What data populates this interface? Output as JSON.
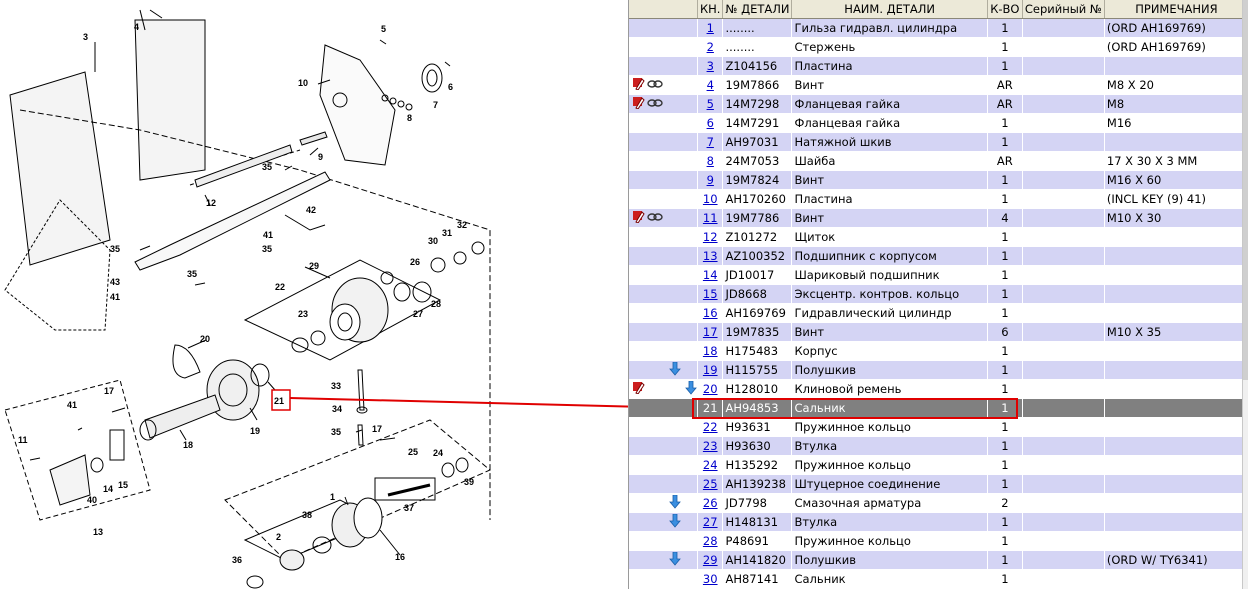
{
  "diagram": {
    "callouts": [
      "1",
      "2",
      "3",
      "4",
      "5",
      "6",
      "7",
      "8",
      "9",
      "10",
      "11",
      "12",
      "13",
      "14",
      "15",
      "16",
      "17",
      "17",
      "18",
      "19",
      "20",
      "21",
      "22",
      "23",
      "24",
      "25",
      "26",
      "27",
      "28",
      "29",
      "30",
      "31",
      "32",
      "33",
      "34",
      "35",
      "35",
      "35",
      "35",
      "36",
      "37",
      "38",
      "39",
      "40",
      "41",
      "41",
      "41",
      "42",
      "43"
    ],
    "highlighted_callout": "21"
  },
  "table": {
    "columns": [
      "КН.",
      "№ ДЕТАЛИ",
      "НАИМ. ДЕТАЛИ",
      "К-ВО",
      "Серийный №",
      "ПРИМЕЧАНИЯ"
    ],
    "rows": [
      {
        "ref": "1",
        "part": "........",
        "name": "Гильза гидравл. цилиндра",
        "qty": "1",
        "serial": "",
        "note": "(ORD AH169769)",
        "icons": []
      },
      {
        "ref": "2",
        "part": "........",
        "name": "Стержень",
        "qty": "1",
        "serial": "",
        "note": "(ORD AH169769)",
        "icons": []
      },
      {
        "ref": "3",
        "part": "Z104156",
        "name": "Пластина",
        "qty": "1",
        "serial": "",
        "note": "",
        "icons": []
      },
      {
        "ref": "4",
        "part": "19M7866",
        "name": "Винт",
        "qty": "AR",
        "serial": "",
        "note": "M8 X 20",
        "icons": [
          "flag-icon",
          "link-icon"
        ]
      },
      {
        "ref": "5",
        "part": "14M7298",
        "name": "Фланцевая гайка",
        "qty": "AR",
        "serial": "",
        "note": "M8",
        "icons": [
          "flag-icon",
          "link-icon"
        ]
      },
      {
        "ref": "6",
        "part": "14M7291",
        "name": "Фланцевая гайка",
        "qty": "1",
        "serial": "",
        "note": "M16",
        "icons": []
      },
      {
        "ref": "7",
        "part": "AH97031",
        "name": "Натяжной шкив",
        "qty": "1",
        "serial": "",
        "note": "",
        "icons": []
      },
      {
        "ref": "8",
        "part": "24M7053",
        "name": "Шайба",
        "qty": "AR",
        "serial": "",
        "note": "17 X 30 X 3 MM",
        "icons": []
      },
      {
        "ref": "9",
        "part": "19M7824",
        "name": "Винт",
        "qty": "1",
        "serial": "",
        "note": "M16 X 60",
        "icons": []
      },
      {
        "ref": "10",
        "part": "AH170260",
        "name": "Пластина",
        "qty": "1",
        "serial": "",
        "note": "(INCL KEY (9) 41)",
        "icons": []
      },
      {
        "ref": "11",
        "part": "19M7786",
        "name": "Винт",
        "qty": "4",
        "serial": "",
        "note": "M10 X 30",
        "icons": [
          "flag-icon",
          "link-icon"
        ]
      },
      {
        "ref": "12",
        "part": "Z101272",
        "name": "Щиток",
        "qty": "1",
        "serial": "",
        "note": "",
        "icons": []
      },
      {
        "ref": "13",
        "part": "AZ100352",
        "name": "Подшипник с корпусом",
        "qty": "1",
        "serial": "",
        "note": "",
        "icons": []
      },
      {
        "ref": "14",
        "part": "JD10017",
        "name": "Шариковый подшипник",
        "qty": "1",
        "serial": "",
        "note": "",
        "icons": []
      },
      {
        "ref": "15",
        "part": "JD8668",
        "name": "Эксцентр. контров. кольцо",
        "qty": "1",
        "serial": "",
        "note": "",
        "icons": []
      },
      {
        "ref": "16",
        "part": "AH169769",
        "name": "Гидравлический цилиндр",
        "qty": "1",
        "serial": "",
        "note": "",
        "icons": []
      },
      {
        "ref": "17",
        "part": "19M7835",
        "name": "Винт",
        "qty": "6",
        "serial": "",
        "note": "M10 X 35",
        "icons": []
      },
      {
        "ref": "18",
        "part": "H175483",
        "name": "Корпус",
        "qty": "1",
        "serial": "",
        "note": "",
        "icons": []
      },
      {
        "ref": "19",
        "part": "H115755",
        "name": "Полушкив",
        "qty": "1",
        "serial": "",
        "note": "",
        "icons": [
          "arrow-icon"
        ]
      },
      {
        "ref": "20",
        "part": "H128010",
        "name": "Клиновой ремень",
        "qty": "1",
        "serial": "",
        "note": "",
        "icons": [
          "flag-icon",
          "arrow-icon"
        ]
      },
      {
        "ref": "21",
        "part": "AH94853",
        "name": "Сальник",
        "qty": "1",
        "serial": "",
        "note": "",
        "icons": [],
        "selected": true
      },
      {
        "ref": "22",
        "part": "H93631",
        "name": "Пружинное кольцо",
        "qty": "1",
        "serial": "",
        "note": "",
        "icons": []
      },
      {
        "ref": "23",
        "part": "H93630",
        "name": "Втулка",
        "qty": "1",
        "serial": "",
        "note": "",
        "icons": []
      },
      {
        "ref": "24",
        "part": "H135292",
        "name": "Пружинное кольцо",
        "qty": "1",
        "serial": "",
        "note": "",
        "icons": []
      },
      {
        "ref": "25",
        "part": "AH139238",
        "name": "Штуцерное соединение",
        "qty": "1",
        "serial": "",
        "note": "",
        "icons": []
      },
      {
        "ref": "26",
        "part": "JD7798",
        "name": "Смазочная арматура",
        "qty": "2",
        "serial": "",
        "note": "",
        "icons": [
          "arrow-icon"
        ]
      },
      {
        "ref": "27",
        "part": "H148131",
        "name": "Втулка",
        "qty": "1",
        "serial": "",
        "note": "",
        "icons": [
          "arrow-icon"
        ]
      },
      {
        "ref": "28",
        "part": "P48691",
        "name": "Пружинное кольцо",
        "qty": "1",
        "serial": "",
        "note": "",
        "icons": []
      },
      {
        "ref": "29",
        "part": "AH141820",
        "name": "Полушкив",
        "qty": "1",
        "serial": "",
        "note": "(ORD W/ TY6341)",
        "icons": [
          "arrow-icon"
        ]
      },
      {
        "ref": "30",
        "part": "AH87141",
        "name": "Сальник",
        "qty": "1",
        "serial": "",
        "note": "",
        "icons": []
      }
    ]
  },
  "colors": {
    "row_odd": "#d4d4f4",
    "row_even": "#ffffff",
    "row_selected": "#808080",
    "highlight": "#e00000",
    "link": "#0000cc",
    "header": "#ece9d8"
  }
}
